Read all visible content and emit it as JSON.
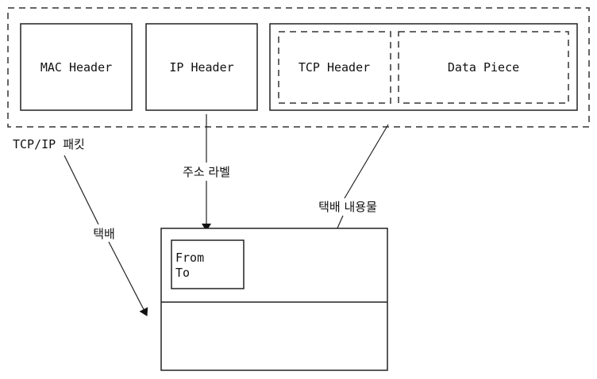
{
  "packet": {
    "label": "TCP/IP 패킷",
    "segments": {
      "mac_header": "MAC Header",
      "ip_header": "IP Header",
      "tcp_header": "TCP Header",
      "data_piece": "Data Piece"
    }
  },
  "parcel": {
    "label_lines": [
      "From",
      "To"
    ]
  },
  "arrows": {
    "packet_to_parcel": "택배",
    "ip_to_label": "주소 라벨",
    "tcp_to_contents": "택배 내용물"
  }
}
